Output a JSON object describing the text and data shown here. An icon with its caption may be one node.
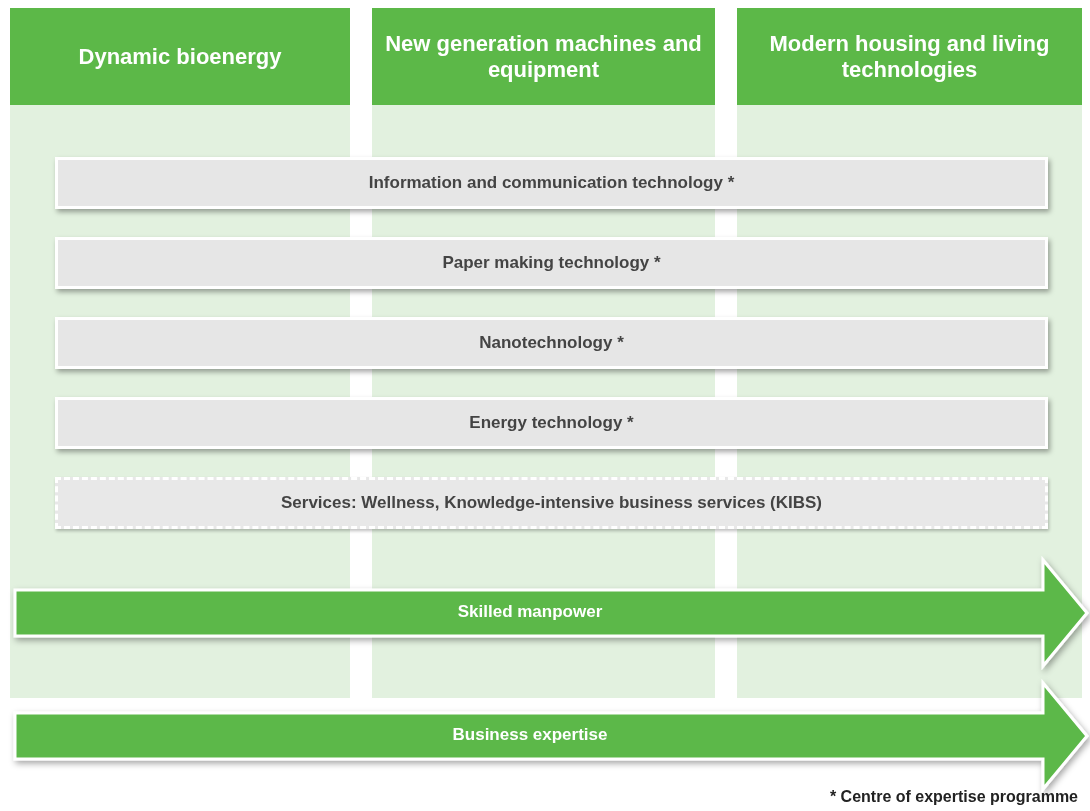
{
  "diagram": {
    "nodes": [
      {
        "text": [
          "Dynamic bioenergy"
        ]
      },
      {
        "text": [
          "New generation machines and equipment"
        ]
      },
      {
        "text": [
          "Modern housing and living technologies"
        ]
      },
      {
        "text": [
          "Information and communication technology *"
        ]
      },
      {
        "text": [
          "Paper making technology *"
        ]
      },
      {
        "text": [
          "Nanotechnology *"
        ]
      },
      {
        "text": [
          "Energy technology *"
        ]
      },
      {
        "text": [
          "Services: Wellness, Knowledge-intensive business services (KIBS)"
        ]
      },
      {
        "text": [
          "Skilled manpower"
        ]
      },
      {
        "text": [
          "Business expertise"
        ]
      }
    ],
    "labels": [
      "* Centre of expertise programme"
    ]
  }
}
